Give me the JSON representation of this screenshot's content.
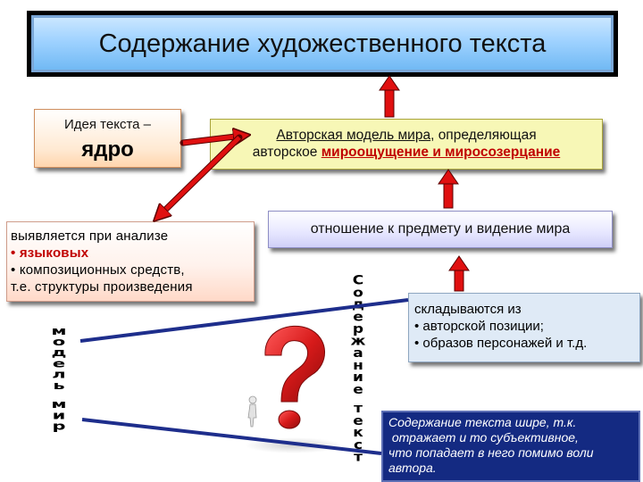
{
  "title": "Содержание художественного текста",
  "idea_box": {
    "line1": "Идея текста –",
    "line2": "ядро"
  },
  "model_box": {
    "part1": "Авторская модель мира",
    "part2": ", определяющая",
    "part3": "авторское ",
    "part4": "мироощущение и миросозерцание"
  },
  "relation_box": {
    "text": "отношение к предмету и видение мира"
  },
  "reveal_box": {
    "line1": "выявляется при анализе",
    "line2": "• языковых",
    "line3": "• композиционных средств,",
    "line4": "т.е. структуры произведения"
  },
  "consist_box": {
    "line1": "складываются из",
    "line2": "• авторской позиции;",
    "line3": "• образов персонажей и т.д."
  },
  "wider_box": {
    "line1": "Содержание текста шире, т.к.",
    "line2": " отражает и то субъективное,",
    "line3": "что попадает в него помимо воли",
    "line4": "автора."
  },
  "vertical_left": [
    "м",
    "о",
    "д",
    "е",
    "л",
    "ь",
    " ",
    "м",
    "и",
    "р"
  ],
  "vertical_right": [
    "С",
    "о",
    "д",
    "е",
    "р",
    "ж",
    "а",
    "н",
    "и",
    "е",
    " ",
    "т",
    "е",
    "к",
    "с",
    "т"
  ],
  "colors": {
    "arrow_red": "#e01010",
    "arrow_outline": "#5a0000",
    "title_bg": "#9fd2ff",
    "dark_box": "#142a82",
    "accent_red": "#c00000",
    "question_red": "#d71a1a"
  },
  "icons": [
    "question-mark-figure",
    "person-figure"
  ]
}
